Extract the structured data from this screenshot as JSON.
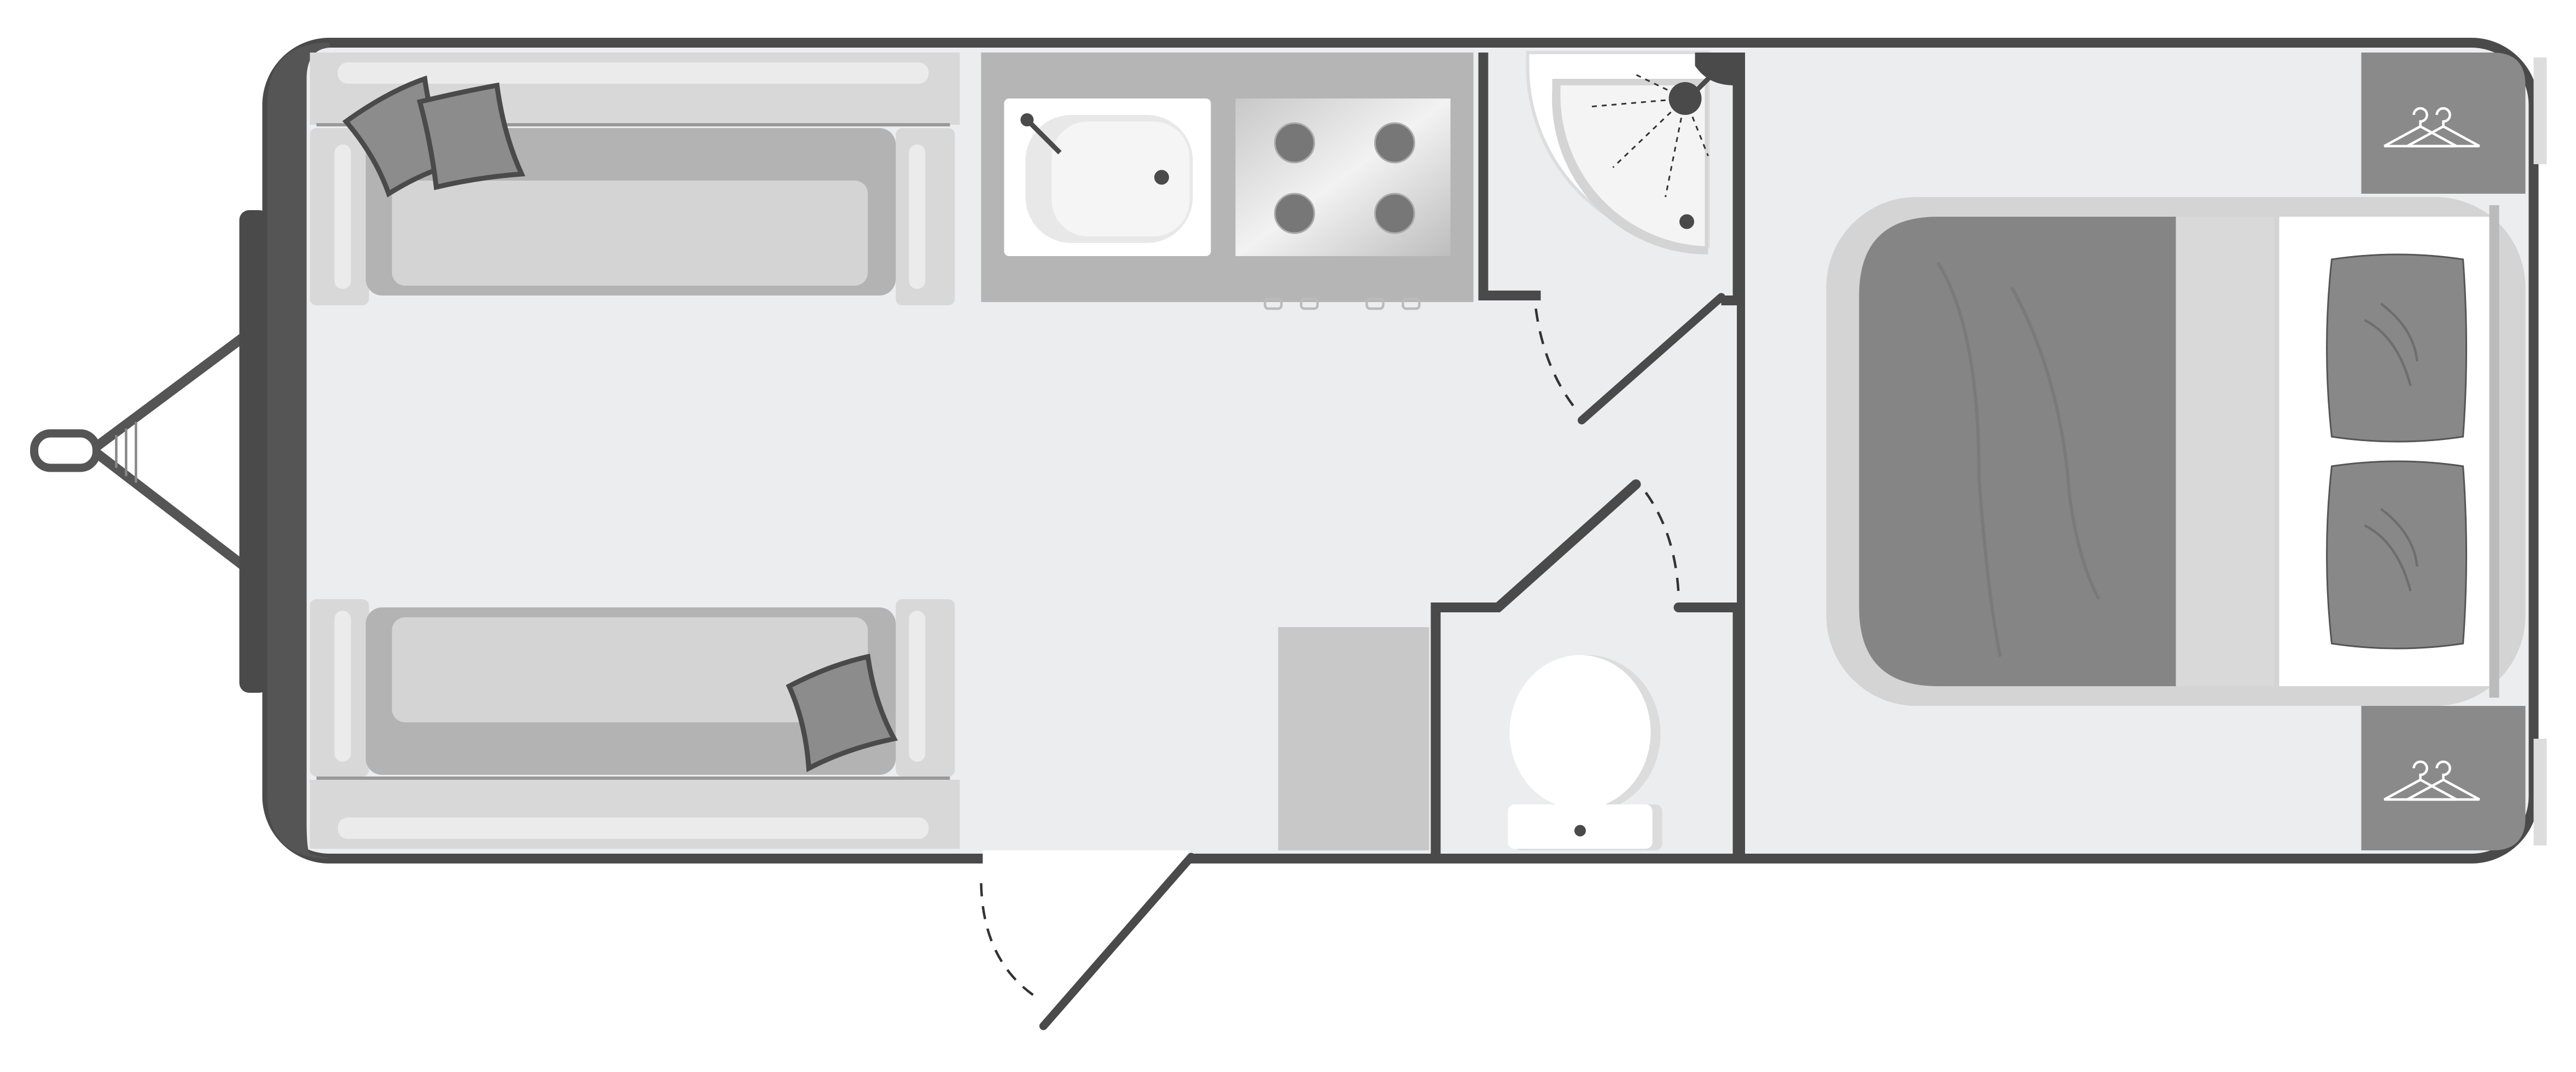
{
  "diagram": {
    "type": "caravan-floor-plan",
    "colors": {
      "wall": "#4a4a4a",
      "floor": "#ecedee",
      "seat": "#b3b3b3",
      "cushion": "#d4d4d4",
      "counter": "#b5b5b5",
      "mattress": "#858585",
      "wardrobe": "#8a8a8a",
      "fixture": "#ffffff"
    },
    "areas": [
      "front-lounge",
      "kitchen",
      "shower-room",
      "washroom",
      "bedroom"
    ],
    "icons": [
      "hitch-icon",
      "sofa-icon",
      "cushion-icon",
      "sink-icon",
      "hob-icon",
      "shower-icon",
      "toilet-icon",
      "bed-icon",
      "pillow-icon",
      "wardrobe-hanger-icon",
      "door-swing-icon"
    ]
  }
}
